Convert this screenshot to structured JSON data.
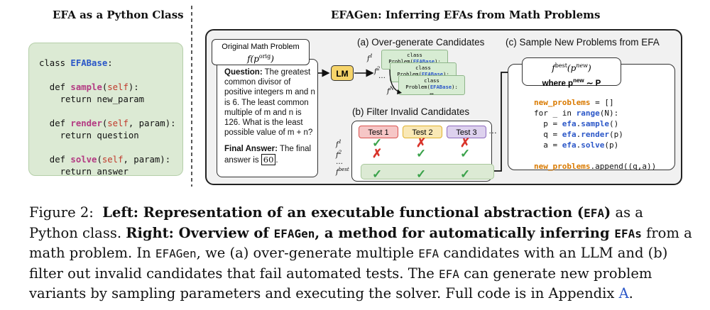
{
  "left": {
    "heading": "EFA as a Python Class",
    "code": [
      {
        "tokens": [
          [
            "plain",
            "class "
          ],
          [
            "blue",
            "EFABase"
          ],
          [
            "plain",
            ":"
          ]
        ]
      },
      {
        "tokens": []
      },
      {
        "tokens": [
          [
            "plain",
            "  def "
          ],
          [
            "pink",
            "sample"
          ],
          [
            "plain",
            "("
          ],
          [
            "red",
            "self"
          ],
          [
            "plain",
            "):"
          ]
        ]
      },
      {
        "tokens": [
          [
            "plain",
            "    return new_param"
          ]
        ]
      },
      {
        "tokens": []
      },
      {
        "tokens": [
          [
            "plain",
            "  def "
          ],
          [
            "pink",
            "render"
          ],
          [
            "plain",
            "("
          ],
          [
            "red",
            "self"
          ],
          [
            "plain",
            ", param):"
          ]
        ]
      },
      {
        "tokens": [
          [
            "plain",
            "    return question"
          ]
        ]
      },
      {
        "tokens": []
      },
      {
        "tokens": [
          [
            "plain",
            "  def "
          ],
          [
            "pink",
            "solve"
          ],
          [
            "plain",
            "("
          ],
          [
            "red",
            "self"
          ],
          [
            "plain",
            ", param):"
          ]
        ]
      },
      {
        "tokens": [
          [
            "plain",
            "    return answer"
          ]
        ]
      }
    ]
  },
  "right": {
    "heading": "EFAGen: Inferring EFAs from Math Problems",
    "original": {
      "label": "Original Math Problem",
      "formula": "f(p",
      "formula_sup": "orig",
      "formula_end": ")",
      "question_label": "Question:",
      "question_text": " The greatest common divisor of positive integers m and n is 6. The least common multiple of m and n is 126. What is the least possible value of m + n?",
      "answer_label": "Final Answer:",
      "answer_text": " The final answer is ",
      "answer_value": "60",
      "answer_end": "."
    },
    "lm_label": "LM",
    "overgen": {
      "title": "(a) Over-generate Candidates",
      "candidate_prefix": "class Problem(",
      "candidate_base": "EFABase",
      "candidate_suffix": "):",
      "ellipsis": "…",
      "labels": [
        "f",
        "f",
        "…",
        "f"
      ],
      "label_sups": [
        "1",
        "2",
        "",
        "N"
      ]
    },
    "filter": {
      "title": "(b) Filter Invalid Candidates",
      "tests": [
        {
          "label": "Test 1",
          "bg": "#f6c6c6",
          "border": "#d9534f"
        },
        {
          "label": "Test 2",
          "bg": "#f9e8b5",
          "border": "#e0b12e"
        },
        {
          "label": "Test 3",
          "bg": "#ddd1ee",
          "border": "#8e6bbf"
        }
      ],
      "more": "…",
      "row_labels": [
        "f",
        "f",
        "…",
        "f"
      ],
      "row_sups": [
        "1",
        "2",
        "",
        "best"
      ],
      "check": "✓",
      "cross": "✗",
      "grid": [
        [
          "check",
          "cross",
          "cross"
        ],
        [
          "cross",
          "check",
          "check"
        ],
        [
          "check",
          "check",
          "check"
        ]
      ]
    },
    "sample": {
      "title": "(c) Sample New Problems from EFA",
      "fbest": "f",
      "fbest_sup": "best",
      "fbest_arg": "(p",
      "fbest_arg_sup": "new",
      "fbest_end": ")",
      "where": "where p",
      "where_sup": "new",
      "where_end": " ∼ P",
      "code": [
        [
          [
            "or",
            "new_problems"
          ],
          [
            "plain",
            " = []"
          ]
        ],
        [
          [
            "plain",
            "for _ in "
          ],
          [
            "bl",
            "range"
          ],
          [
            "plain",
            "(N):"
          ]
        ],
        [
          [
            "plain",
            "  p = "
          ],
          [
            "bl",
            "efa"
          ],
          [
            "plain",
            "."
          ],
          [
            "bl",
            "sample"
          ],
          [
            "plain",
            "()"
          ]
        ],
        [
          [
            "plain",
            "  q = "
          ],
          [
            "bl",
            "efa"
          ],
          [
            "plain",
            "."
          ],
          [
            "bl",
            "render"
          ],
          [
            "plain",
            "(p)"
          ]
        ],
        [
          [
            "plain",
            "  a = "
          ],
          [
            "bl",
            "efa"
          ],
          [
            "plain",
            "."
          ],
          [
            "bl",
            "solve"
          ],
          [
            "plain",
            "(p)"
          ]
        ],
        [],
        [
          [
            "or",
            "new_problems"
          ],
          [
            "plain",
            ".append((q,a))"
          ]
        ]
      ]
    }
  },
  "caption": {
    "fig": "Figure 2:",
    "left_bold": "Left: Representation of an executable functional abstraction (",
    "efa1": "EFA",
    "left_end": ")",
    "t1": " as a Python class. ",
    "right_bold": "Right: Overview of ",
    "efagen1": "EFAGen",
    "right_bold2": ", a method for automatically inferring ",
    "efas1": "EFAs",
    "t2": " from a math problem. In ",
    "efagen2": "EFAGen",
    "t3": ", we (a) over-generate multiple ",
    "efa2": "EFA",
    "t4": " candidates with an LLM and (b) filter out invalid candidates that fail automated tests. The ",
    "efa3": "EFA",
    "t5": " can generate new problem variants by sampling parameters and executing the solver. Full code is in Appendix ",
    "appendix": "A",
    "t6": "."
  },
  "colors": {
    "accent_blue": "#2b57c8",
    "code_green": "#dcead4",
    "lm_yellow": "#f6d46a",
    "check_green": "#3aa24a",
    "cross_red": "#d9342b"
  }
}
